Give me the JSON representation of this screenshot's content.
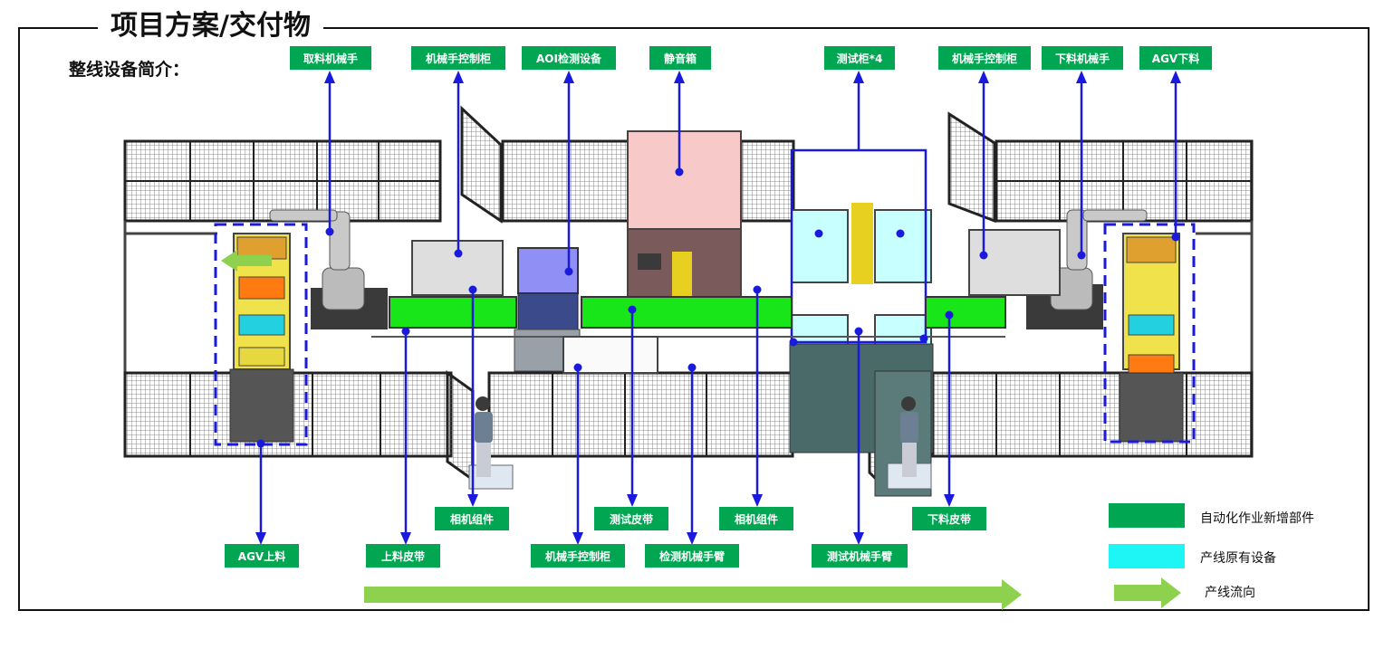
{
  "header": {
    "title": "项目方案/交付物",
    "subtitle": "整线设备简介："
  },
  "colors": {
    "label_green": "#00a651",
    "pointer_blue": "#1a1adc",
    "flow_green": "#8dd14f",
    "existing_cyan": "#1ef5f5",
    "conveyor_green": "#19e619"
  },
  "top_labels": {
    "pick_robot": "取料机械手",
    "robot_cabinet_1": "机械手控制柜",
    "aoi_device": "AOI检测设备",
    "silent_box": "静音箱",
    "test_cabinet": "测试柜*4",
    "robot_cabinet_2": "机械手控制柜",
    "unload_robot": "下料机械手",
    "agv_unload": "AGV下料"
  },
  "bottom_labels": {
    "agv_load": "AGV上料",
    "load_belt": "上料皮带",
    "camera_1": "相机组件",
    "robot_cabinet_3": "机械手控制柜",
    "test_belt": "测试皮带",
    "inspect_arm": "检测机械手臂",
    "camera_2": "相机组件",
    "test_arm": "测试机械手臂",
    "unload_belt": "下料皮带"
  },
  "legend": {
    "new_parts": "自动化作业新增部件",
    "existing": "产线原有设备",
    "flow": "产线流向"
  }
}
